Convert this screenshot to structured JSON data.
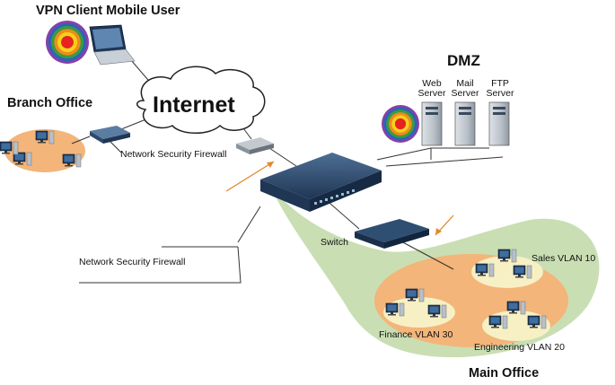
{
  "labels": {
    "vpn_client": "VPN Client Mobile User",
    "internet": "Internet",
    "branch_office": "Branch Office",
    "branch_firewall": "Network Security Firewall",
    "main_firewall": "Network Security Firewall",
    "dmz": "DMZ",
    "web_server": "Web\nServer",
    "mail_server": "Mail\nServer",
    "ftp_server": "FTP\nServer",
    "switch": "Switch",
    "sales_vlan": "Sales VLAN 10",
    "finance_vlan": "Finance VLAN 30",
    "engineering_vlan": "Engineering VLAN 20",
    "main_office": "Main Office"
  },
  "colors": {
    "green_zone": "#c9dfb3",
    "orange_zone": "#f3b57a",
    "device_blue": "#2c4a6c",
    "arrow_orange": "#e08a2c"
  }
}
